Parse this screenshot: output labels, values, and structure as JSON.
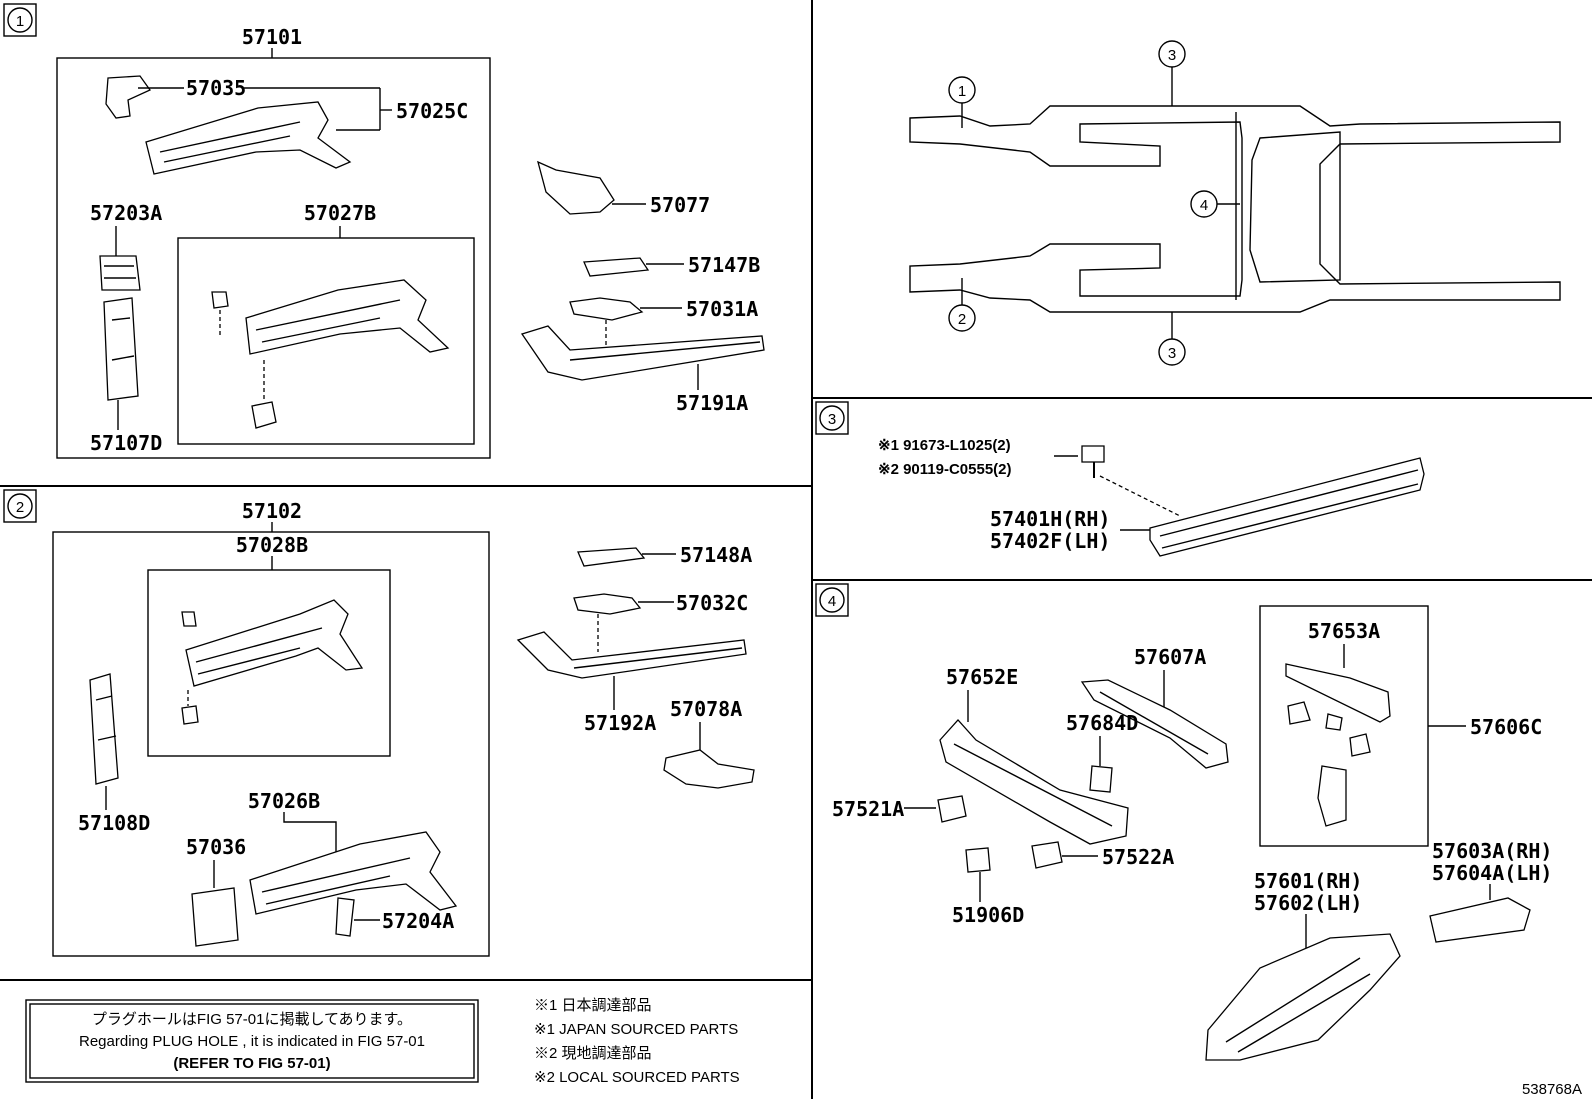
{
  "sections": {
    "s1": {
      "marker": "1"
    },
    "s2": {
      "marker": "2"
    },
    "s3": {
      "marker": "3"
    },
    "s4": {
      "marker": "4"
    }
  },
  "overview": {
    "callouts": [
      "1",
      "2",
      "3",
      "3",
      "4"
    ]
  },
  "labels": {
    "p57101": "57101",
    "p57035": "57035",
    "p57025C": "57025C",
    "p57203A": "57203A",
    "p57027B": "57027B",
    "p57107D": "57107D",
    "p57077": "57077",
    "p57147B": "57147B",
    "p57031A": "57031A",
    "p57191A": "57191A",
    "p57102": "57102",
    "p57028B": "57028B",
    "p57108D": "57108D",
    "p57026B": "57026B",
    "p57036": "57036",
    "p57204A": "57204A",
    "p57148A": "57148A",
    "p57032C": "57032C",
    "p57192A": "57192A",
    "p57078A": "57078A",
    "bolt1": "※1 91673-L1025(2)",
    "bolt2": "※2 90119-C0555(2)",
    "p57401H": "57401H(RH)",
    "p57402F": "57402F(LH)",
    "p57653A": "57653A",
    "p57652E": "57652E",
    "p57607A": "57607A",
    "p57684D": "57684D",
    "p57606C": "57606C",
    "p57521A": "57521A",
    "p57522A": "57522A",
    "p51906D": "51906D",
    "p57603A": "57603A(RH)",
    "p57604A": "57604A(LH)",
    "p57601": "57601(RH)",
    "p57602": "57602(LH)"
  },
  "notes": {
    "box_line1": "プラグホールはFIG 57-01に掲載してあります。",
    "box_line2": "Regarding PLUG HOLE , it is indicated in FIG 57-01",
    "box_line3": "(REFER TO FIG 57-01)",
    "legend1": "※1 日本調達部品",
    "legend2": "※1 JAPAN SOURCED PARTS",
    "legend3": "※2 現地調達部品",
    "legend4": "※2 LOCAL SOURCED PARTS"
  },
  "figure_id": "538768A"
}
